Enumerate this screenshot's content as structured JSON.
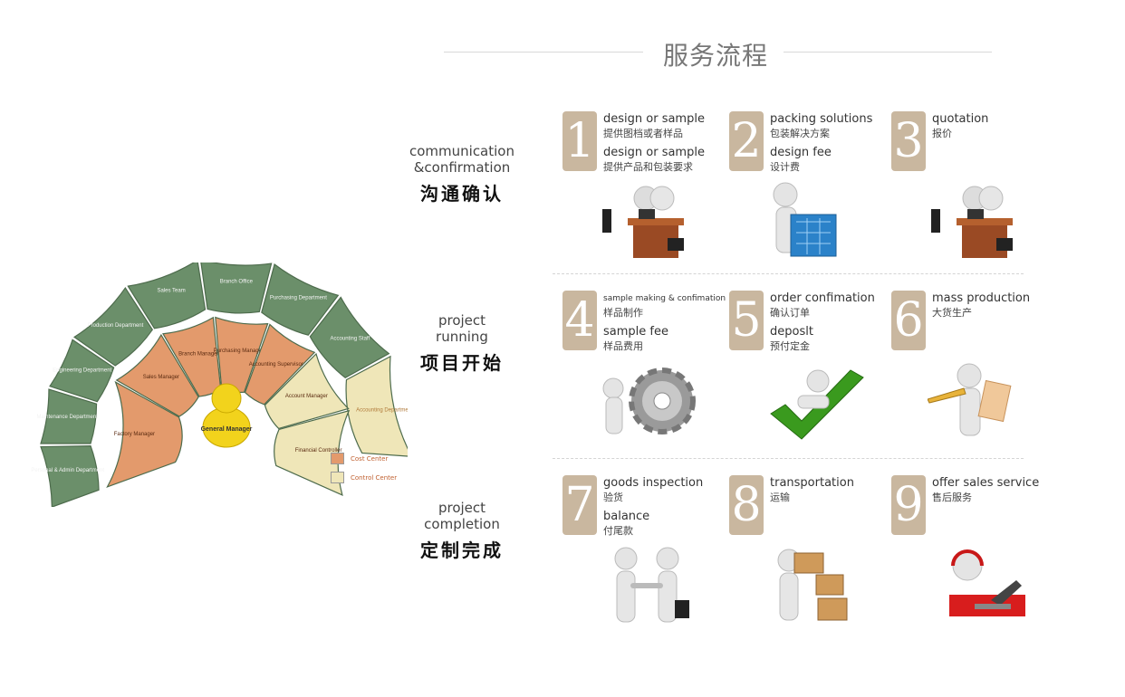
{
  "title": "服务流程",
  "phases": [
    {
      "en1": "communication",
      "en2": "&confirmation",
      "zh": "沟通确认"
    },
    {
      "en1": "project",
      "en2": "running",
      "zh": "项目开始"
    },
    {
      "en1": "project",
      "en2": "completion",
      "zh": "定制完成"
    }
  ],
  "steps": [
    {
      "num": "1",
      "l1_en": "design or sample",
      "l1_zh": "提供图档或者样品",
      "l2_en": "design or sample",
      "l2_zh": "提供产品和包装要求",
      "icon": "meeting-desk-icon"
    },
    {
      "num": "2",
      "l1_en": "packing solutions",
      "l1_zh": "包装解决方案",
      "l2_en": "design fee",
      "l2_zh": "设计费",
      "icon": "blueprint-icon"
    },
    {
      "num": "3",
      "l1_en": "quotation",
      "l1_zh": "报价",
      "icon": "meeting-desk-icon"
    },
    {
      "num": "4",
      "l1_en": "sample making & confimation",
      "l1_zh": "样品制作",
      "l2_en": "sample fee",
      "l2_zh": "样品费用",
      "icon": "gear-icon"
    },
    {
      "num": "5",
      "l1_en": "order confimation",
      "l1_zh": "确认订单",
      "l2_en": "deposlt",
      "l2_zh": "预付定金",
      "icon": "checkmark-icon"
    },
    {
      "num": "6",
      "l1_en": "mass production",
      "l1_zh": "大货生产",
      "icon": "pencil-clipboard-icon"
    },
    {
      "num": "7",
      "l1_en": "goods inspection",
      "l1_zh": "验货",
      "l2_en": "balance",
      "l2_zh": "付尾款",
      "icon": "handshake-icon"
    },
    {
      "num": "8",
      "l1_en": "transportation",
      "l1_zh": "运输",
      "icon": "boxes-icon"
    },
    {
      "num": "9",
      "l1_en": "offer sales service",
      "l1_zh": "售后服务",
      "icon": "headset-laptop-icon"
    }
  ],
  "org_chart": {
    "outer": [
      "Personal & Admin Department",
      "Maintenance Department",
      "Engineering Department",
      "Production Department",
      "Sales Team",
      "Branch Office",
      "Purchasing Department",
      "Accounting Staff",
      "Accounting Department"
    ],
    "inner": [
      "Factory Manager",
      "Sales Manager",
      "Branch Manager",
      "Purchasing Manager",
      "Accounting Supervisor",
      "Account Manager",
      "Financial Controller"
    ],
    "center": "General Manager",
    "legend": [
      "Cost Center",
      "Control Center"
    ],
    "colors": {
      "outer": "#6b8f6a",
      "inner": "#e39a6c",
      "control": "#efe6b8",
      "center": "#f2d31c"
    }
  }
}
